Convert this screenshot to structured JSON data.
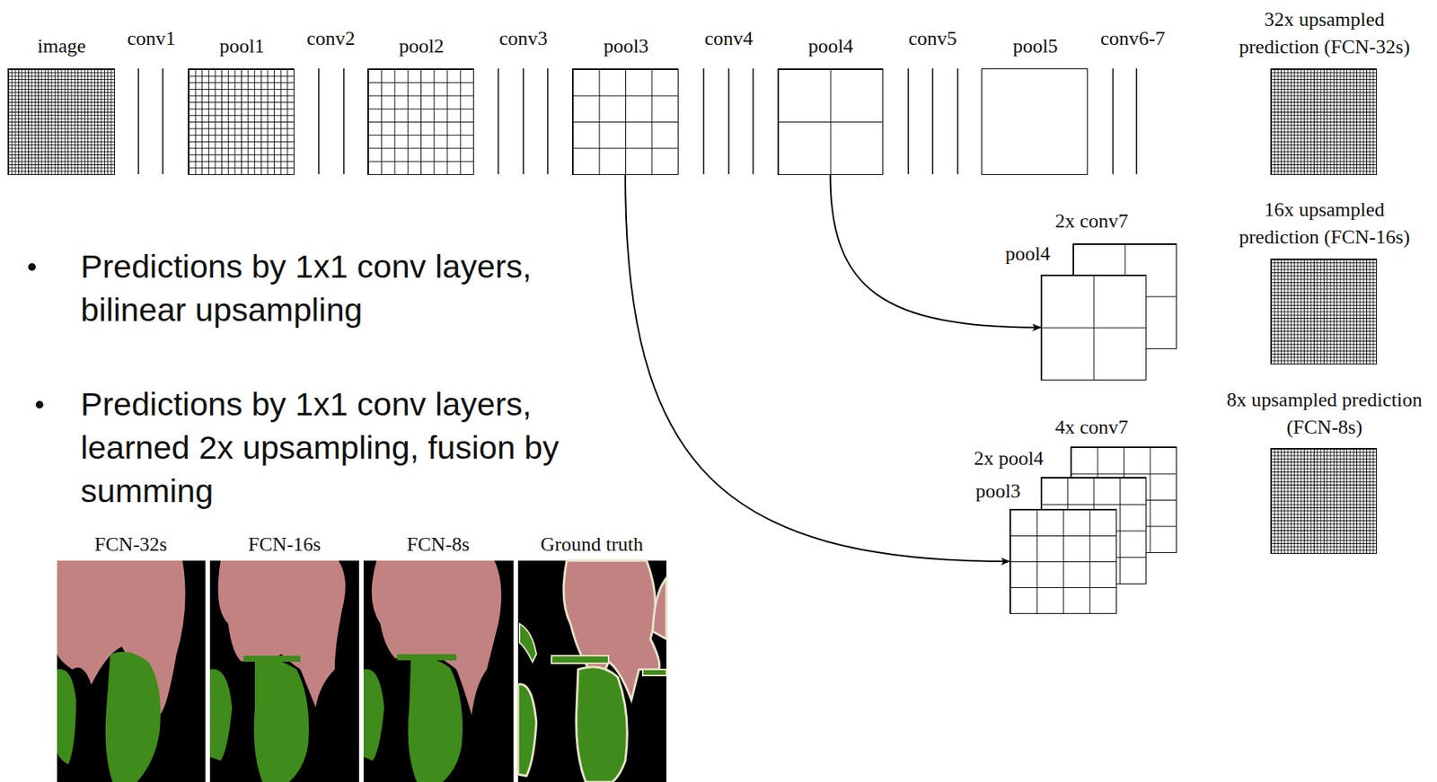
{
  "diagram": {
    "nodes": [
      {
        "text": [
          "image"
        ]
      },
      {
        "text": [
          "pool1"
        ]
      },
      {
        "text": [
          "pool2"
        ]
      },
      {
        "text": [
          "pool3"
        ]
      },
      {
        "text": [
          "pool4"
        ]
      },
      {
        "text": [
          "pool5"
        ]
      },
      {
        "text": [
          "32x upsampled prediction (FCN-32s)"
        ]
      },
      {
        "text": [
          "16x upsampled prediction (FCN-16s)"
        ]
      },
      {
        "text": [
          "8x upsampled prediction (FCN-8s)"
        ]
      },
      {
        "text": [
          "2x conv7"
        ]
      },
      {
        "text": [
          "pool4"
        ]
      },
      {
        "text": [
          "4x conv7"
        ]
      },
      {
        "text": [
          "2x pool4"
        ]
      },
      {
        "text": [
          "pool3"
        ]
      },
      {
        "text": [
          "FCN-32s"
        ]
      },
      {
        "text": [
          "FCN-16s"
        ]
      },
      {
        "text": [
          "FCN-8s"
        ]
      },
      {
        "text": [
          "Ground truth"
        ]
      }
    ],
    "edges": [
      {
        "from": 3,
        "to": 13,
        "arrow": "to"
      },
      {
        "from": 4,
        "to": 10,
        "arrow": "to"
      }
    ],
    "labels": [
      "conv1",
      "conv2",
      "conv3",
      "conv4",
      "conv5",
      "conv6-7",
      "Predictions by 1x1 conv layers, bilinear upsampling",
      "Predictions by 1x1 conv layers, learned 2x upsampling, fusion by summing"
    ]
  }
}
